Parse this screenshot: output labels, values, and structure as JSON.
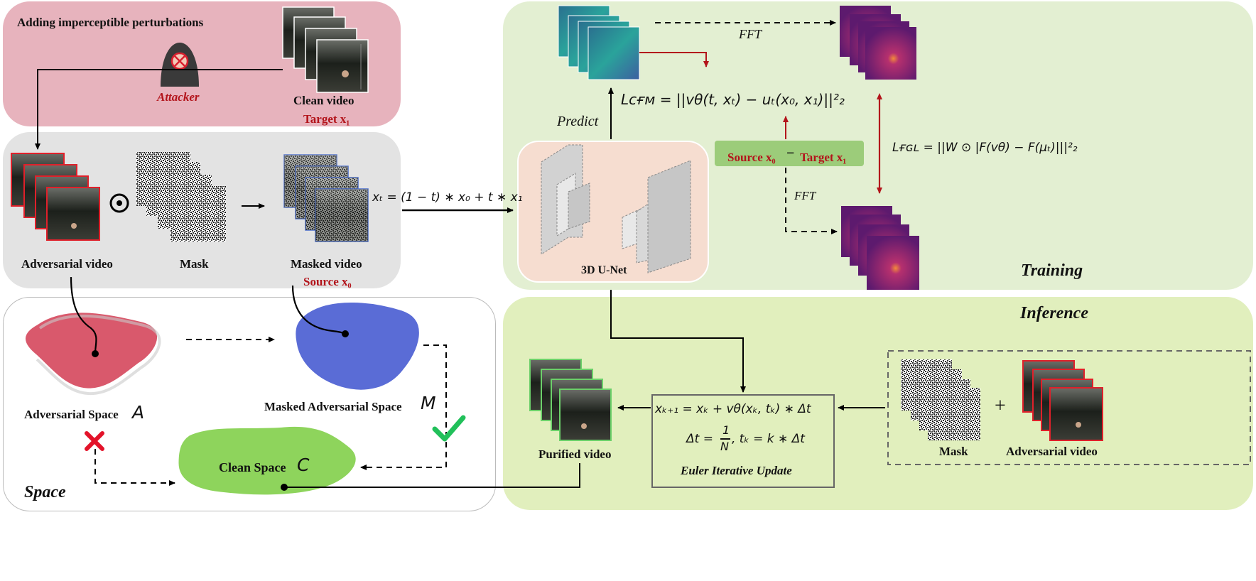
{
  "attack": {
    "title": "Adding imperceptible perturbations",
    "attacker_label": "Attacker",
    "clean_video_label": "Clean video",
    "target_label": "Target x₁"
  },
  "masking": {
    "adversarial_video_label": "Adversarial video",
    "mask_label": "Mask",
    "masked_video_label": "Masked video",
    "source_label": "Source x₀",
    "odot_symbol": "⊙",
    "interp_formula": "xₜ = (1 − t) ∗ x₀ + t ∗ x₁"
  },
  "training": {
    "title": "Training",
    "fft_top": "FFT",
    "fft_bottom": "FFT",
    "predict_label": "Predict",
    "unet_label": "3D U-Net",
    "source_box": "Source x₀",
    "minus": "−",
    "target_box": "Target x₁",
    "loss_cfm": "Lᴄғᴍ = ||vθ(t, xₜ) − uₜ(x₀, x₁)||²₂",
    "loss_fgl": "Lғɢʟ = ||W ⊙ |F(vθ) − F(μₜ)|||²₂"
  },
  "space": {
    "title": "Space",
    "adversarial_space": "Adversarial Space",
    "adversarial_symbol": "A",
    "masked_space": "Masked Adversarial Space",
    "masked_symbol": "M",
    "clean_space": "Clean Space",
    "clean_symbol": "C"
  },
  "inference": {
    "title": "Inference",
    "purified_label": "Purified video",
    "update_line1": "xₖ₊₁ = xₖ + vθ(xₖ, tₖ) ∗ Δt",
    "update_line2_prefix": "Δt =",
    "update_frac_num": "1",
    "update_frac_den": "N",
    "update_line2_suffix": ", tₖ = k ∗ Δt",
    "update_title": "Euler Iterative Update",
    "mask_label": "Mask",
    "plus": "+",
    "adversarial_video_label": "Adversarial video"
  },
  "colors": {
    "attack_bg": "#e7b3bd",
    "masking_bg": "#e3e3e3",
    "training_bg": "#e3efd2",
    "inference_bg": "#e1efbd",
    "unet_bg": "#f6ddd0",
    "accent_red": "#b3141b",
    "adversarial_blob": "#d9596c",
    "masked_blob": "#5a6cd6",
    "clean_blob": "#8ed45c"
  }
}
